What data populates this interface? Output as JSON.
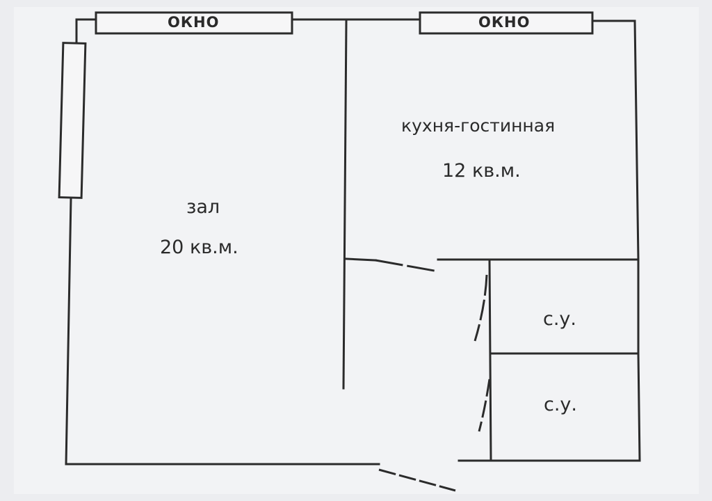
{
  "windows": [
    {
      "label": "ОКНО"
    },
    {
      "label": "ОКНО"
    }
  ],
  "rooms": {
    "hall": {
      "name": "зал",
      "area": "20 кв.м."
    },
    "kitchen": {
      "name": "кухня-гостинная",
      "area": "12 кв.м."
    },
    "bathroom_1": {
      "name": "с.у."
    },
    "bathroom_2": {
      "name": "с.у."
    }
  },
  "colors": {
    "line": "#2b2b2b",
    "paper": "#ecedf0"
  }
}
